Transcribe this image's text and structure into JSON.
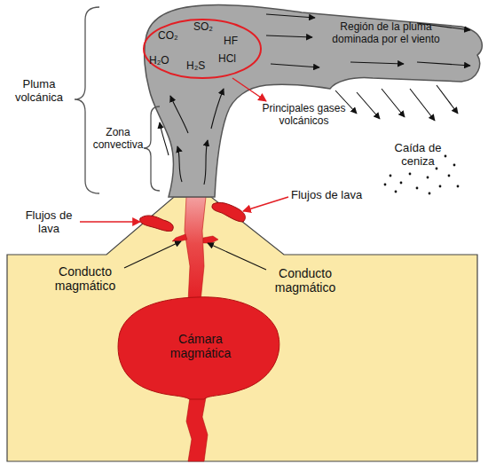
{
  "diagram": {
    "nodes": [
      {
        "text": [
          "Región de la pluma dominada por el viento"
        ]
      },
      {
        "text": [
          "CO₂",
          "SO₂",
          "HF",
          "H₂O",
          "H₂S",
          "HCl"
        ],
        "in": 0
      },
      {
        "text": [
          "Cámara magmática"
        ]
      }
    ],
    "labels": [
      "Pluma volcánica",
      "Zona convectiva",
      "Principales gases volcánicos",
      "Caída de ceniza",
      "Flujos de lava",
      "Flujos de lava",
      "Conducto magmático",
      "Conducto magmático"
    ]
  }
}
